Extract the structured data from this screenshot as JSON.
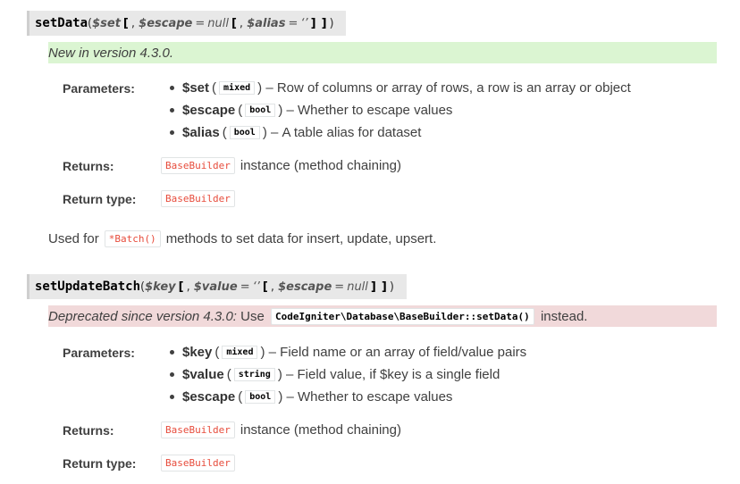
{
  "methods": [
    {
      "name": "setData",
      "sig_params": [
        "$set",
        "$escape",
        "null",
        "$alias",
        "‘’"
      ],
      "note_em": "New in version 4.3.0.",
      "parameters_label": "Parameters:",
      "params": [
        {
          "name": "$set",
          "type": "mixed",
          "desc": "Row of columns or array of rows, a row is an array or object"
        },
        {
          "name": "$escape",
          "type": "bool",
          "desc": "Whether to escape values"
        },
        {
          "name": "$alias",
          "type": "bool",
          "desc": "A table alias for dataset"
        }
      ],
      "returns_label": "Returns:",
      "returns_code": "BaseBuilder",
      "returns_text": "instance (method chaining)",
      "return_type_label": "Return type:",
      "return_type_code": "BaseBuilder",
      "usage_prefix": "Used for",
      "usage_code": "*Batch()",
      "usage_suffix": "methods to set data for insert, update, upsert."
    },
    {
      "name": "setUpdateBatch",
      "sig_params": [
        "$key",
        "$value",
        "‘’",
        "$escape",
        "null"
      ],
      "note_em": "Deprecated since version 4.3.0:",
      "note_use": "Use",
      "note_code": "CodeIgniter\\Database\\BaseBuilder::setData()",
      "note_tail": "instead.",
      "parameters_label": "Parameters:",
      "params": [
        {
          "name": "$key",
          "type": "mixed",
          "desc": "Field name or an array of field/value pairs"
        },
        {
          "name": "$value",
          "type": "string",
          "desc": "Field value, if $key is a single field"
        },
        {
          "name": "$escape",
          "type": "bool",
          "desc": "Whether to escape values"
        }
      ],
      "returns_label": "Returns:",
      "returns_code": "BaseBuilder",
      "returns_text": "instance (method chaining)",
      "return_type_label": "Return type:",
      "return_type_code": "BaseBuilder"
    }
  ],
  "dash": "–",
  "punct": {
    "lb": "[",
    "rb": "]",
    "comma": ",",
    "eq": "=",
    "lp": "(",
    "rp": ")"
  }
}
